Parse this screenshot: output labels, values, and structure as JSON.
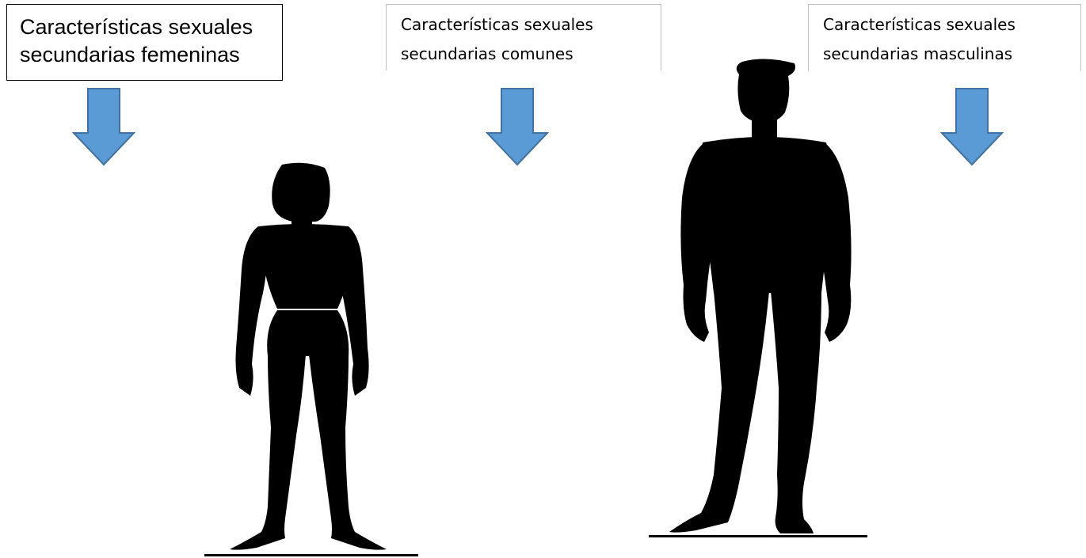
{
  "labels": {
    "female": {
      "line1": "Características sexuales",
      "line2": "secundarias femeninas"
    },
    "common": {
      "line1": "Características sexuales",
      "line2": "secundarias comunes"
    },
    "male": {
      "line1": "Características sexuales",
      "line2": "secundarias masculinas"
    }
  },
  "colors": {
    "arrow_fill": "#5b9bd5",
    "arrow_stroke": "#41719c",
    "silhouette": "#000000"
  },
  "icons": {
    "arrows": "down-arrow-icon",
    "figures": [
      "female-silhouette",
      "male-silhouette"
    ]
  }
}
